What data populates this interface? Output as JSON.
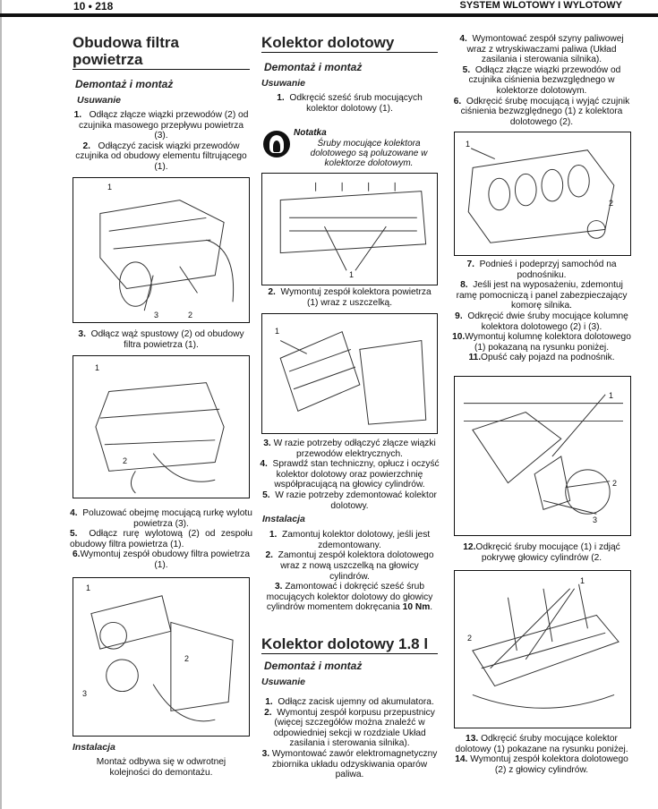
{
  "header": {
    "page_number": "10 • 218",
    "section": "SYSTEM WLOTOWY I WYLOTOWY"
  },
  "col1": {
    "title": "Obudowa filtra powietrza",
    "subtitle": "Demontaż i montaż",
    "removal": "Usuwanie",
    "steps": [
      {
        "n": "1.",
        "t": "Odłącz złącze wiązki przewodów (2) od czujnika masowego przepływu powietrza (3)."
      },
      {
        "n": "2.",
        "t": "Odłączyć zacisk wiązki przewodów czujnika od obudowy elementu filtrującego (1)."
      },
      {
        "n": "3.",
        "t": "Odłącz wąż spustowy (2) od obudowy filtra powietrza (1)."
      },
      {
        "n": "4.",
        "t": "Poluzować obejmę mocującą rurkę wylotu powietrza (3)."
      },
      {
        "n": "5.",
        "t": "Odłącz rurę wylotową (2) od zespołu obudowy filtra powietrza (1)."
      },
      {
        "n": "6.",
        "t": "Wymontuj zespół obudowy filtra powietrza (1)."
      }
    ],
    "install": "Instalacja",
    "install_text": "Montaż odbywa się w odwrotnej kolejności do demontażu.",
    "fig1_labels": [
      "1",
      "3",
      "2"
    ],
    "fig2_labels": [
      "1",
      "2"
    ],
    "fig3_labels": [
      "1",
      "2",
      "3"
    ]
  },
  "col2": {
    "title": "Kolektor dolotowy",
    "subtitle": "Demontaż i montaż",
    "removal": "Usuwanie",
    "steps": [
      {
        "n": "1.",
        "t": "Odkręcić sześć śrub mocujących kolektor dolotowy (1)."
      },
      {
        "n": "2.",
        "t": "Wymontuj zespół kolektora powietrza (1) wraz z uszczelką."
      },
      {
        "n": "3.",
        "t": "W razie potrzeby odłączyć złącze wiązki przewodów elektrycznych."
      },
      {
        "n": "4.",
        "t": "Sprawdź stan techniczny, opłucz i oczyść kolektor dolotowy oraz powierzchnię współpracującą na głowicy cylindrów."
      },
      {
        "n": "5.",
        "t": "W razie potrzeby zdemontować kolektor dolotowy."
      }
    ],
    "note_title": "Notatka",
    "note_text": "Śruby mocujące kolektora dolotowego są poluzowane w kolektorze dolotowym.",
    "install": "Instalacja",
    "install_steps": [
      {
        "n": "1.",
        "t": "Zamontuj kolektor dolotowy, jeśli jest zdemontowany."
      },
      {
        "n": "2.",
        "t": "Zamontuj zespół kolektora dolotowego wraz z nową uszczelką na głowicy cylindrów."
      },
      {
        "n": "3.",
        "t": "Zamontować i dokręcić sześć śrub mocujących kolektor dolotowy do głowicy cylindrów momentem dokręcania",
        "bold": "10 Nm",
        "end": "."
      }
    ],
    "title2": "Kolektor dolotowy 1.8 l",
    "subtitle2": "Demontaż i montaż",
    "removal2": "Usuwanie",
    "steps2": [
      {
        "n": "1.",
        "t": "Odłącz zacisk ujemny od akumulatora."
      },
      {
        "n": "2.",
        "t": "Wymontuj zespół korpusu przepustnicy (więcej szczegółów można znaleźć w odpowiedniej sekcji w rozdziale Układ zasilania i sterowania silnika)."
      },
      {
        "n": "3.",
        "t": "Wymontować zawór elektromagnetyczny zbiornika układu odzyskiwania oparów paliwa."
      }
    ],
    "fig4_labels": [
      "1"
    ],
    "fig5_labels": [
      "1"
    ]
  },
  "col3": {
    "steps": [
      {
        "n": "4.",
        "t": "Wymontować zespół szyny paliwowej wraz z wtryskiwaczami paliwa (Układ zasilania i sterowania silnika)."
      },
      {
        "n": "5.",
        "t": "Odłącz złącze wiązki przewodów od czujnika ciśnienia bezwzględnego w kolektorze dolotowym."
      },
      {
        "n": "6.",
        "t": "Odkręcić śrubę mocującą i wyjąć czujnik ciśnienia bezwzględnego (1) z kolektora dolotowego (2)."
      },
      {
        "n": "7.",
        "t": "Podnieś i podeprzyj samochód na podnośniku."
      },
      {
        "n": "8.",
        "t": "Jeśli jest na wyposażeniu, zdemontuj ramę pomocniczą i panel zabezpieczający komorę silnika."
      },
      {
        "n": "9.",
        "t": "Odkręcić dwie śruby mocujące kolumnę kolektora dolotowego (2) i (3)."
      },
      {
        "n": "10.",
        "t": "Wymontuj kolumnę kolektora dolotowego (1) pokazaną na rysunku poniżej."
      },
      {
        "n": "11.",
        "t": "Opuść cały pojazd na podnośnik."
      },
      {
        "n": "12.",
        "t": "Odkręcić śruby mocujące (1) i zdjąć pokrywę głowicy cylindrów (2."
      },
      {
        "n": "13.",
        "t": "Odkręcić śruby mocujące kolektor dolotowy (1) pokazane na rysunku poniżej."
      },
      {
        "n": "14.",
        "t": "Wymontuj zespół kolektora dolotowego (2) z głowicy cylindrów."
      }
    ],
    "fig6_labels": [
      "1",
      "2"
    ],
    "fig7_labels": [
      "1",
      "2",
      "3"
    ],
    "fig8_labels": [
      "1",
      "2"
    ]
  }
}
